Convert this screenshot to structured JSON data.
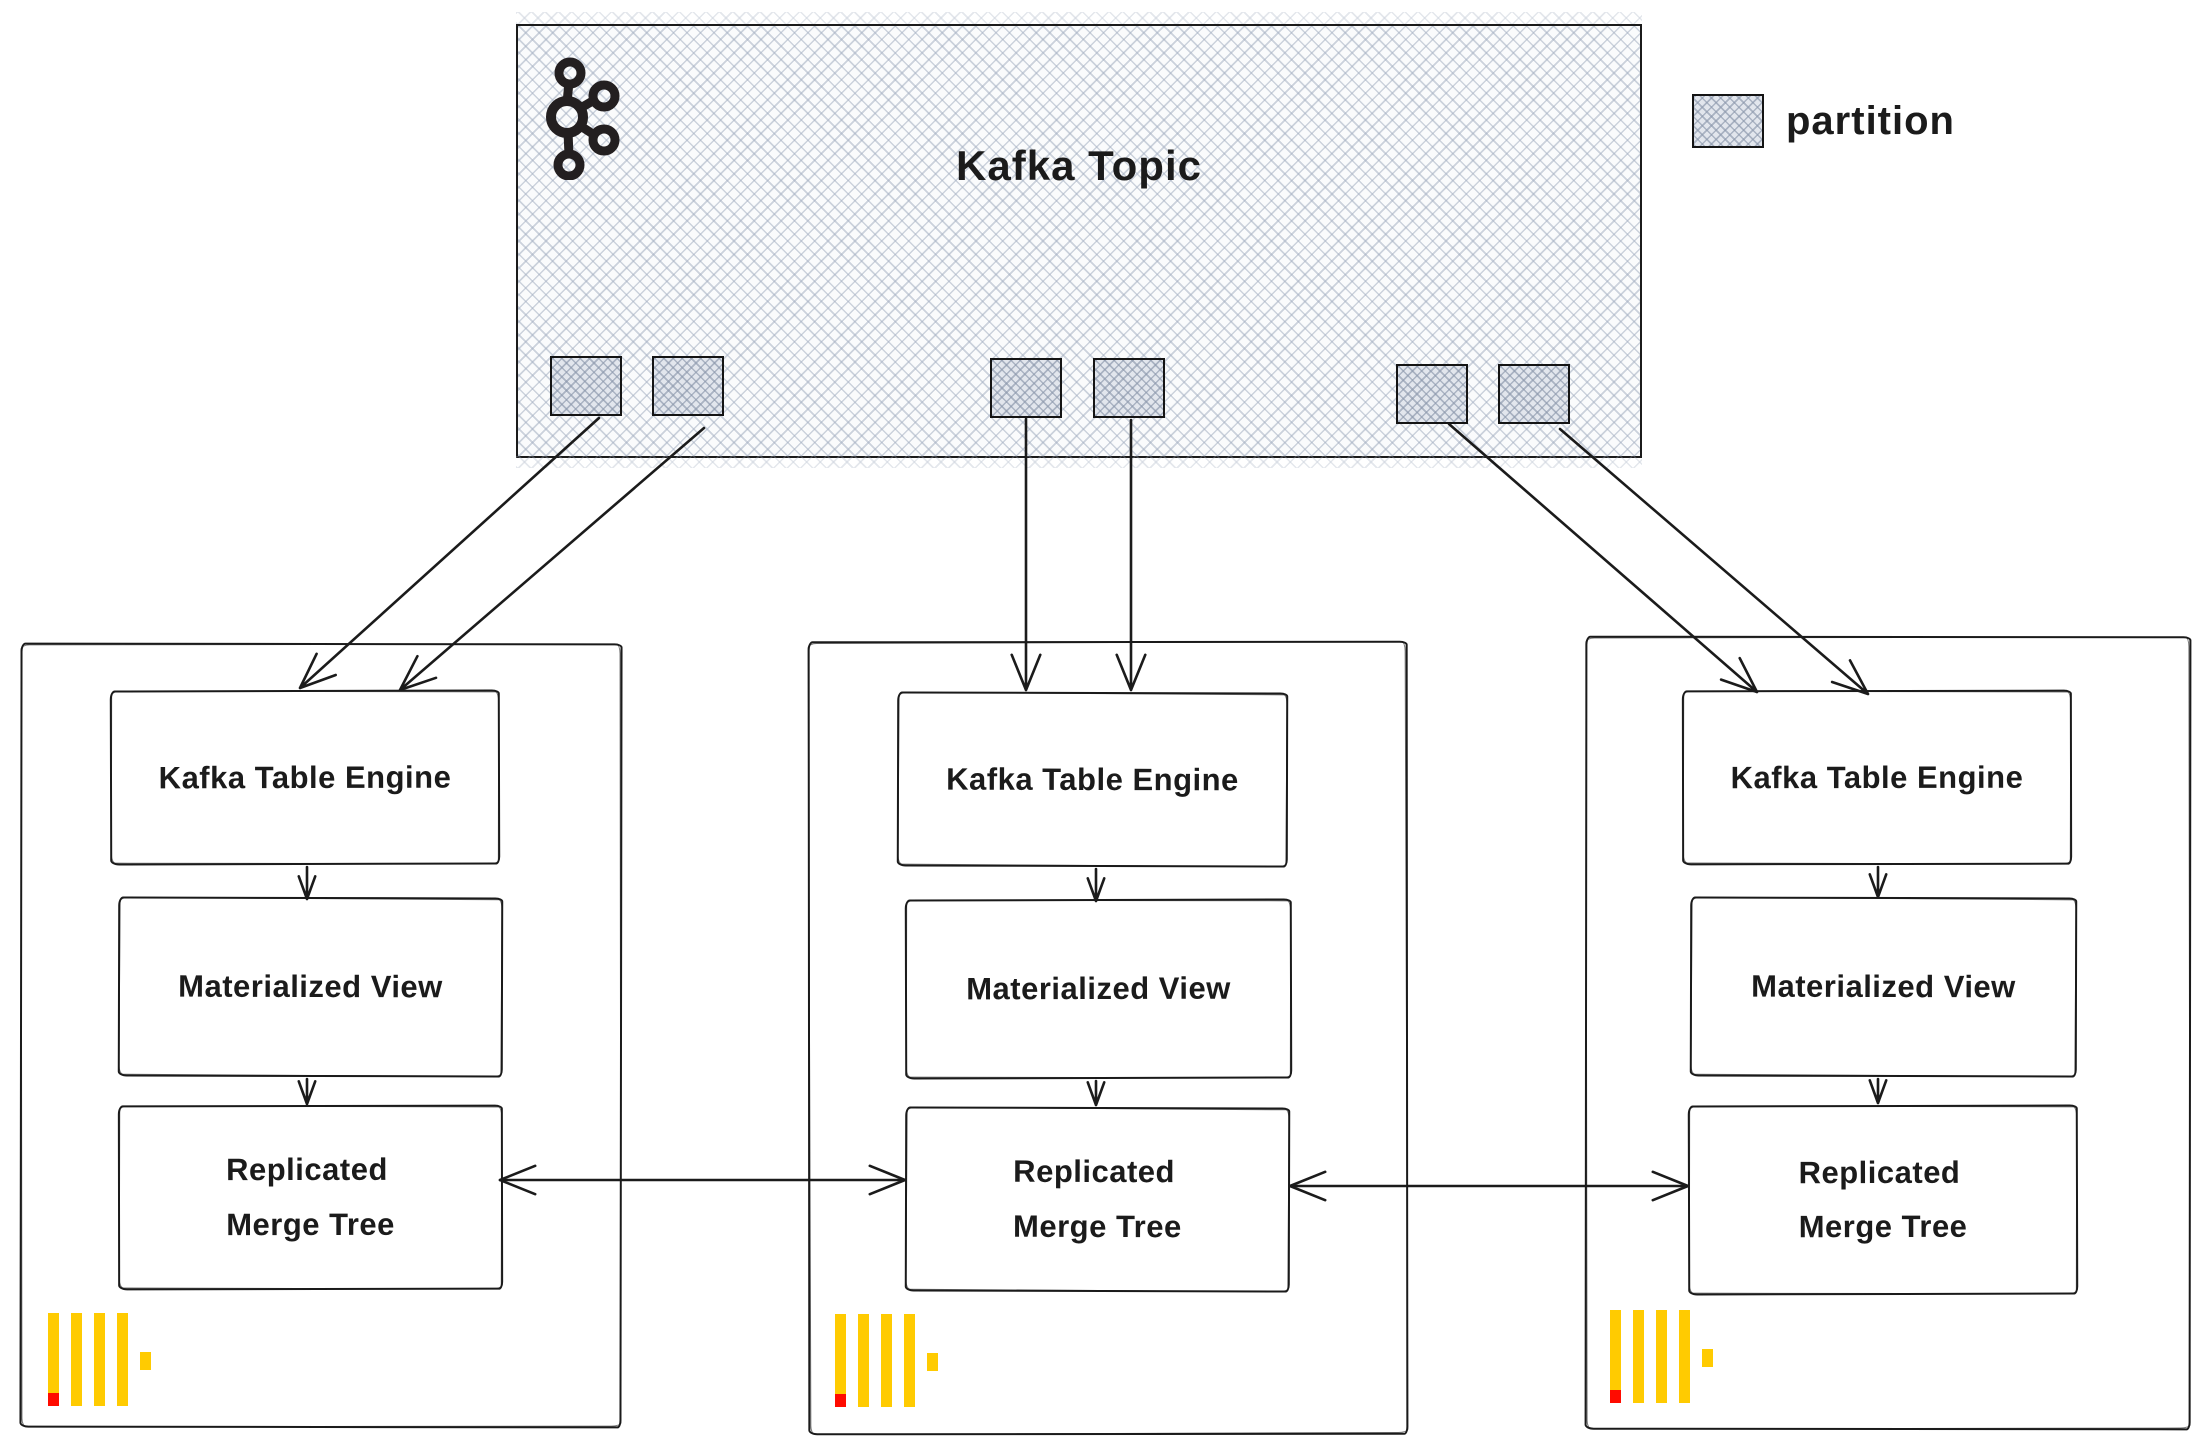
{
  "topic": {
    "title": "Kafka Topic",
    "icon": "kafka-logo-icon",
    "partition_count": 6
  },
  "legend": {
    "label": "partition",
    "swatch": "crosshatched-square"
  },
  "nodes": [
    {
      "kafka_table_engine": "Kafka Table Engine",
      "materialized_view": "Materialized View",
      "replicated_merge_tree": [
        "Replicated",
        "Merge Tree"
      ],
      "icon": "clickhouse-logo-icon"
    },
    {
      "kafka_table_engine": "Kafka Table Engine",
      "materialized_view": "Materialized View",
      "replicated_merge_tree": [
        "Replicated",
        "Merge Tree"
      ],
      "icon": "clickhouse-logo-icon"
    },
    {
      "kafka_table_engine": "Kafka Table Engine",
      "materialized_view": "Materialized View",
      "replicated_merge_tree": [
        "Replicated",
        "Merge Tree"
      ],
      "icon": "clickhouse-logo-icon"
    }
  ],
  "edges": [
    "two partitions -> node-1 kafka table engine",
    "two partitions -> node-2 kafka table engine",
    "two partitions -> node-3 kafka table engine",
    "kafka table engine -> materialized view (each node)",
    "materialized view -> replicated merge tree (each node)",
    "replicated merge tree node-1 <-> node-2",
    "replicated merge tree node-2 <-> node-3"
  ],
  "colors": {
    "ink": "#1b1b1b",
    "hatch_line": "#b6c0cf",
    "partition_fill": "#e2e6ed",
    "clickhouse_yellow": "#FFCB01",
    "clickhouse_red": "#FF0B00"
  }
}
